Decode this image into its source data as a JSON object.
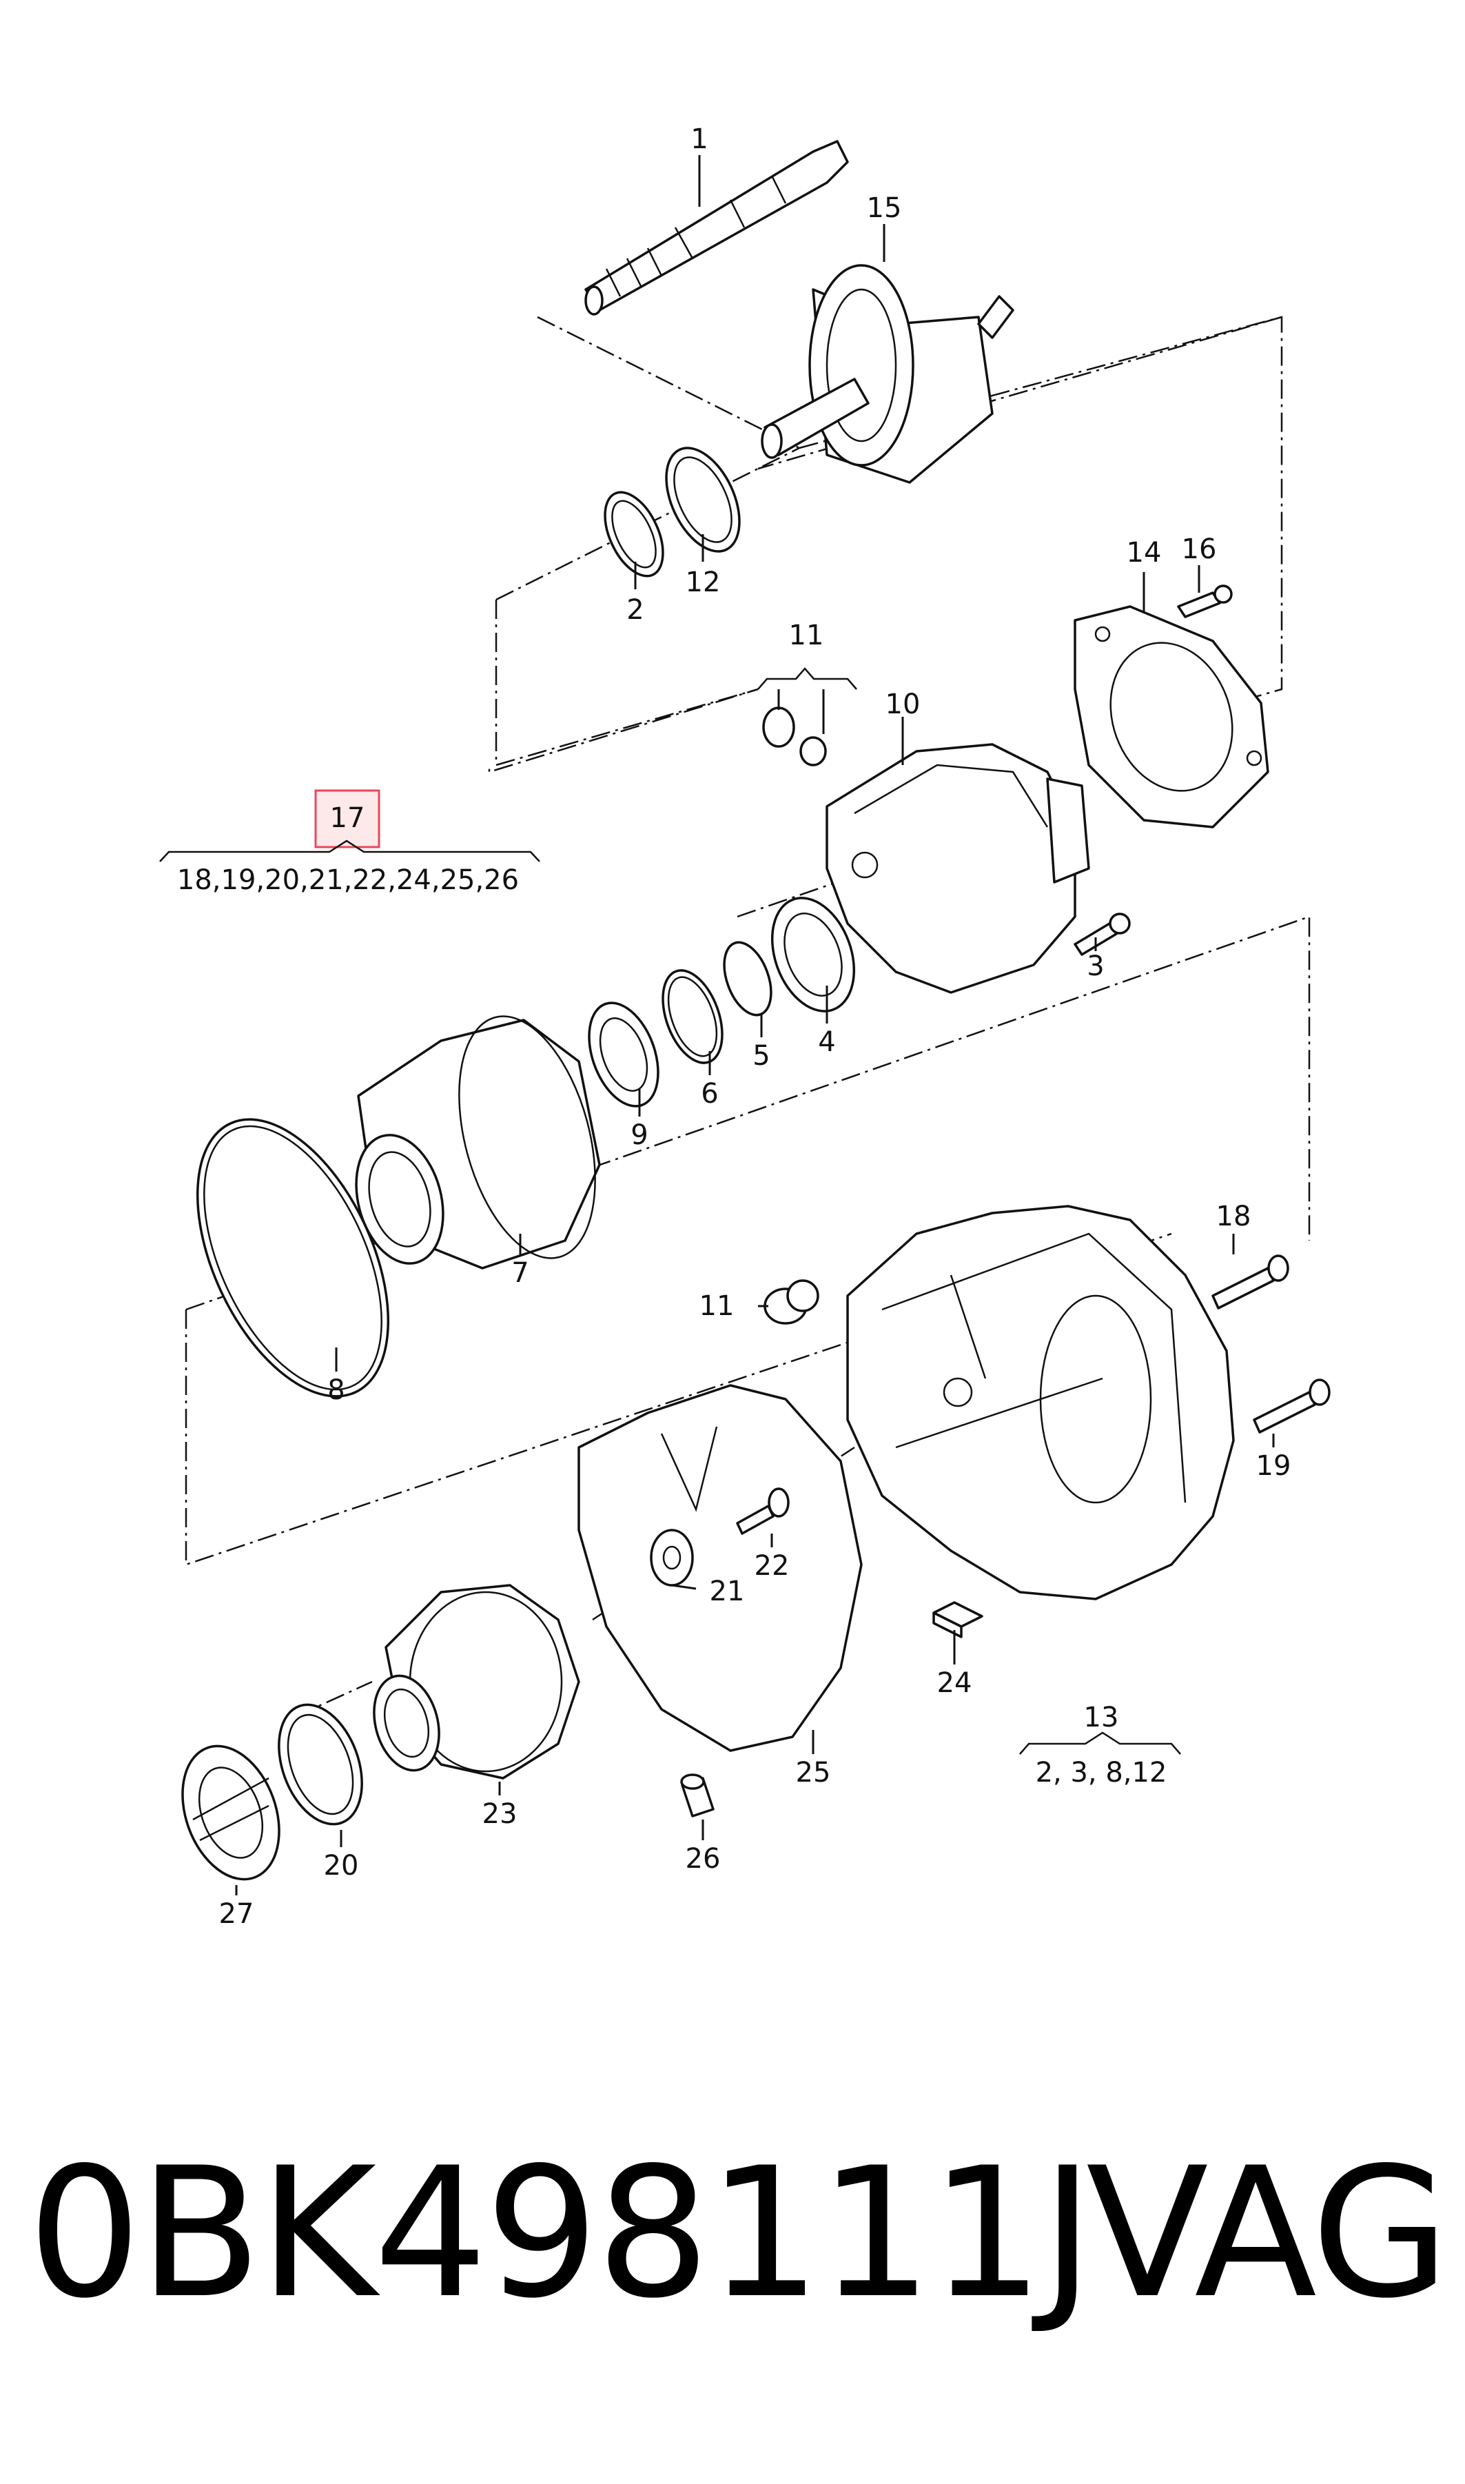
{
  "callouts": {
    "c1": "1",
    "c2": "2",
    "c3": "3",
    "c4": "4",
    "c5": "5",
    "c6": "6",
    "c7": "7",
    "c8": "8",
    "c9": "9",
    "c10": "10",
    "c11a": "11",
    "c11b": "11",
    "c12": "12",
    "c14": "14",
    "c15": "15",
    "c16": "16",
    "c18": "18",
    "c19": "19",
    "c20": "20",
    "c21": "21",
    "c22": "22",
    "c23": "23",
    "c24": "24",
    "c25": "25",
    "c26": "26",
    "c27": "27"
  },
  "groups": {
    "g17": {
      "label": "17",
      "members": "18,19,20,21,22,24,25,26",
      "highlight": "#e8485a"
    },
    "g13": {
      "label": "13",
      "members": "2, 3, 8,12"
    }
  },
  "footer": {
    "part_number": "0BK498111J",
    "brand": "VAG"
  }
}
